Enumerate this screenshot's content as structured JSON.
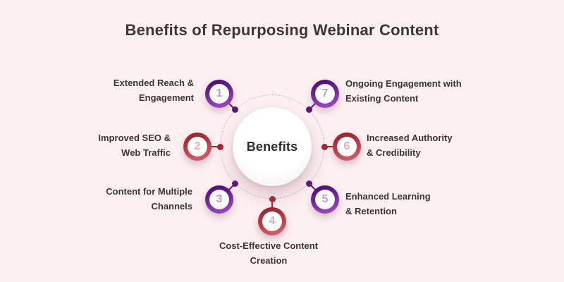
{
  "title": "Benefits of Repurposing Webinar Content",
  "center": {
    "label": "Benefits"
  },
  "colors": {
    "background": "#fdf0f2",
    "purple_ring": "#5c1580",
    "red_ring": "#a82633",
    "title_text": "#3b3638",
    "label_text": "#3a3537"
  },
  "items": [
    {
      "num": "1",
      "label": "Extended Reach &\nEngagement",
      "color": "purple"
    },
    {
      "num": "2",
      "label": "Improved SEO &\nWeb Traffic",
      "color": "red"
    },
    {
      "num": "3",
      "label": "Content for Multiple\nChannels",
      "color": "purple"
    },
    {
      "num": "4",
      "label": "Cost-Effective Content\nCreation",
      "color": "red"
    },
    {
      "num": "5",
      "label": "Enhanced Learning\n& Retention",
      "color": "purple"
    },
    {
      "num": "6",
      "label": "Increased Authority\n& Credibility",
      "color": "red"
    },
    {
      "num": "7",
      "label": "Ongoing Engagement with\nExisting Content",
      "color": "purple"
    }
  ]
}
